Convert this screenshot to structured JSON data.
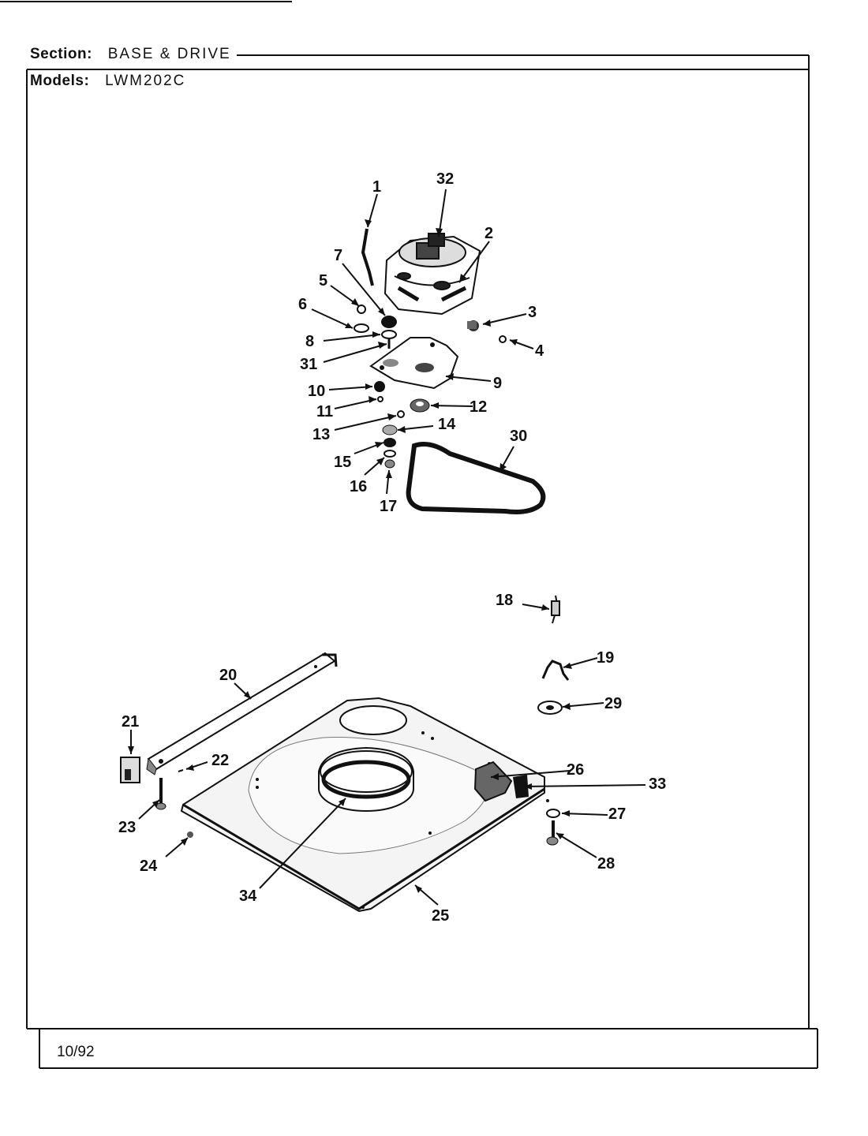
{
  "header": {
    "section_label": "Section:",
    "section_value": "BASE & DRIVE",
    "models_label": "Models:",
    "models_value": "LWM202C"
  },
  "footer": {
    "date": "10/92"
  },
  "callouts": [
    "1",
    "2",
    "3",
    "4",
    "5",
    "6",
    "7",
    "8",
    "9",
    "10",
    "11",
    "12",
    "13",
    "14",
    "15",
    "16",
    "17",
    "18",
    "19",
    "20",
    "21",
    "22",
    "23",
    "24",
    "25",
    "26",
    "27",
    "28",
    "29",
    "30",
    "31",
    "32",
    "33",
    "34"
  ]
}
